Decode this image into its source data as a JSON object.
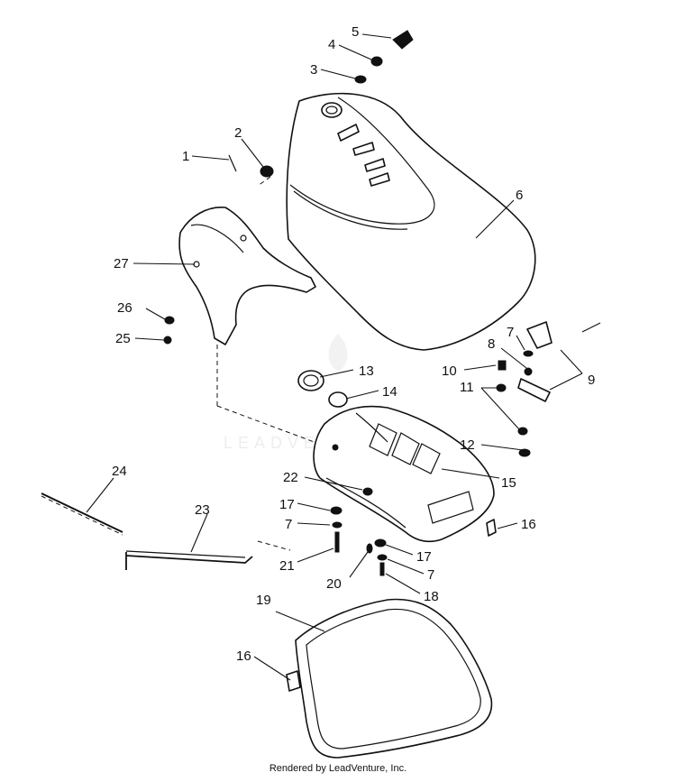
{
  "callouts": {
    "c1": "1",
    "c2": "2",
    "c3": "3",
    "c4": "4",
    "c5": "5",
    "c6": "6",
    "c7a": "7",
    "c7b": "7",
    "c7c": "7",
    "c8": "8",
    "c9": "9",
    "c10": "10",
    "c11": "11",
    "c12": "12",
    "c13": "13",
    "c14": "14",
    "c15": "15",
    "c16a": "16",
    "c16b": "16",
    "c17a": "17",
    "c17b": "17",
    "c18": "18",
    "c19": "19",
    "c20": "20",
    "c21": "21",
    "c22": "22",
    "c23": "23",
    "c24": "24",
    "c25": "25",
    "c26": "26",
    "c27": "27"
  },
  "watermark": "LEADVENTURE",
  "footer": "Rendered by LeadVenture, Inc."
}
